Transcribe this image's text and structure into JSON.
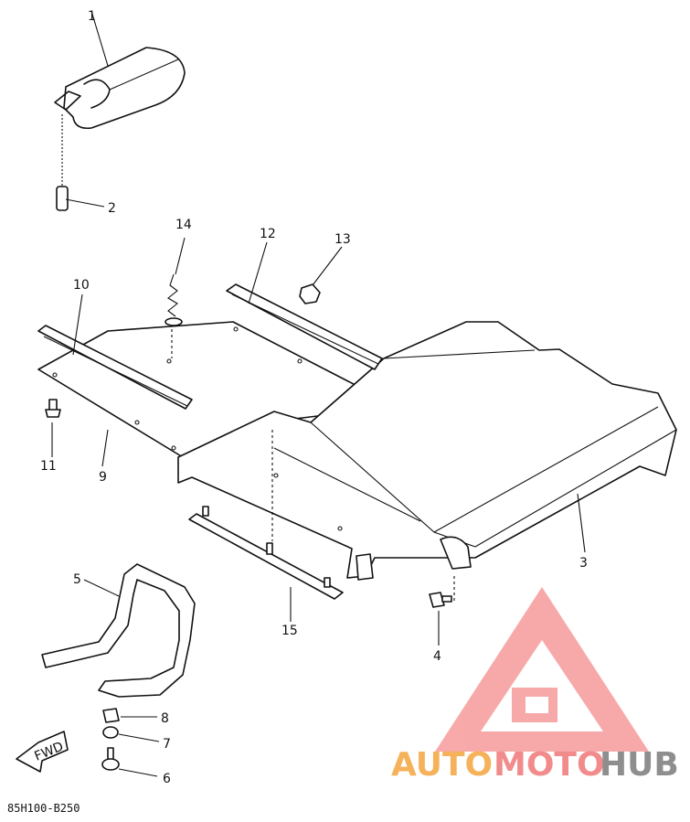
{
  "diagram": {
    "part_code": "85H100-B250",
    "fwd_label": "FWD",
    "callouts": [
      "1",
      "2",
      "3",
      "4",
      "5",
      "6",
      "7",
      "8",
      "9",
      "10",
      "11",
      "12",
      "13",
      "14",
      "15"
    ]
  },
  "watermark": {
    "text_auto": "AUTO",
    "text_moto": "MOTO",
    "text_hub": "HUB",
    "color_orange": "#f5b25a",
    "color_pink": "#f28b8b",
    "color_gray": "#8e8e8e"
  }
}
